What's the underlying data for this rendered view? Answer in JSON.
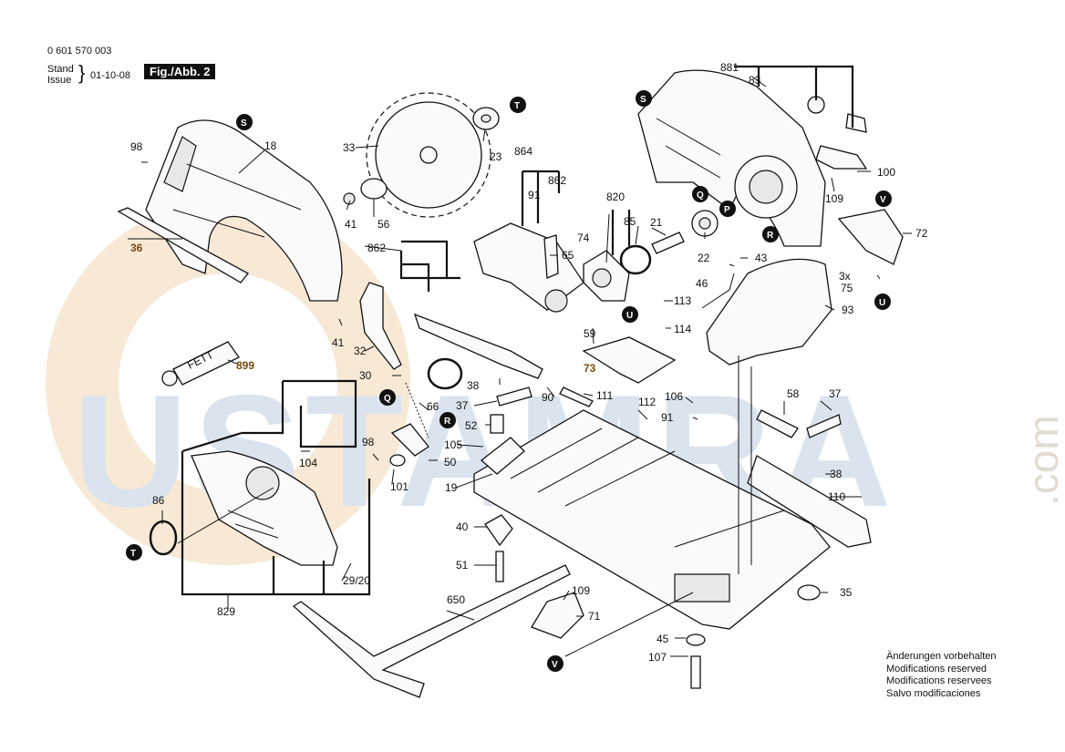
{
  "header": {
    "part_number": "0 601 570 003",
    "stand_label": "Stand",
    "issue_label": "Issue",
    "date": "01-10-08",
    "figure_label": "Fig./Abb. 2"
  },
  "notes": [
    "Änderungen vorbehalten",
    "Modifications reserved",
    "Modifications reservees",
    "Salvo modificaciones"
  ],
  "watermark": {
    "text": "USTAMRA",
    "suffix": ".com",
    "colors": {
      "letters": "#c9d6e6",
      "circle": "#f3dcc0"
    }
  },
  "group_badges": [
    "S",
    "T",
    "Q",
    "R",
    "P",
    "V",
    "U"
  ],
  "part_labels": [
    "0 601 570 003"
  ],
  "labels": {
    "l98a": "98",
    "l18": "18",
    "l33": "33",
    "l23": "23",
    "l864": "864",
    "l862a": "862",
    "l91a": "91",
    "l41a": "41",
    "l56": "56",
    "l36": "36",
    "l862b": "862",
    "l65": "65",
    "l820": "820",
    "l85": "85",
    "l74": "74",
    "l21": "21",
    "l22": "22",
    "l881": "881",
    "l83": "83",
    "l100": "100",
    "l109a": "109",
    "l72": "72",
    "l43": "43",
    "l46": "46",
    "l3x": "3x",
    "l75": "75",
    "l113": "113",
    "l114": "114",
    "l93": "93",
    "l41b": "41",
    "l32": "32",
    "l59": "59",
    "l73": "73",
    "l899": "899",
    "l30": "30",
    "l38a": "38",
    "l90": "90",
    "l111": "111",
    "l37a": "37",
    "l66": "66",
    "l112": "112",
    "l106": "106",
    "l91b": "91",
    "l58": "58",
    "l37b": "37",
    "l52": "52",
    "l105": "105",
    "l104": "104",
    "l98b": "98",
    "l50": "50",
    "l101": "101",
    "l19": "19",
    "l38b": "38",
    "l110": "110",
    "l86": "86",
    "l40": "40",
    "l51": "51",
    "l29_20": "29/20",
    "l650": "650",
    "l109b": "109",
    "l71": "71",
    "l35": "35",
    "l45": "45",
    "l107": "107",
    "l829": "829",
    "feit": "FETT"
  }
}
